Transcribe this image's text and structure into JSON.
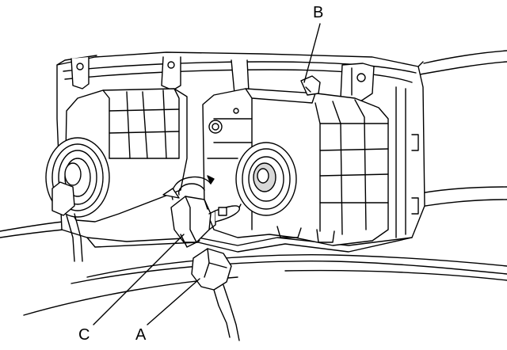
{
  "diagram": {
    "callouts": {
      "a": "A",
      "b": "B",
      "c": "C"
    },
    "colors": {
      "line": "#000000",
      "fill": "#ffffff",
      "shade": "#d8d8d8"
    }
  }
}
